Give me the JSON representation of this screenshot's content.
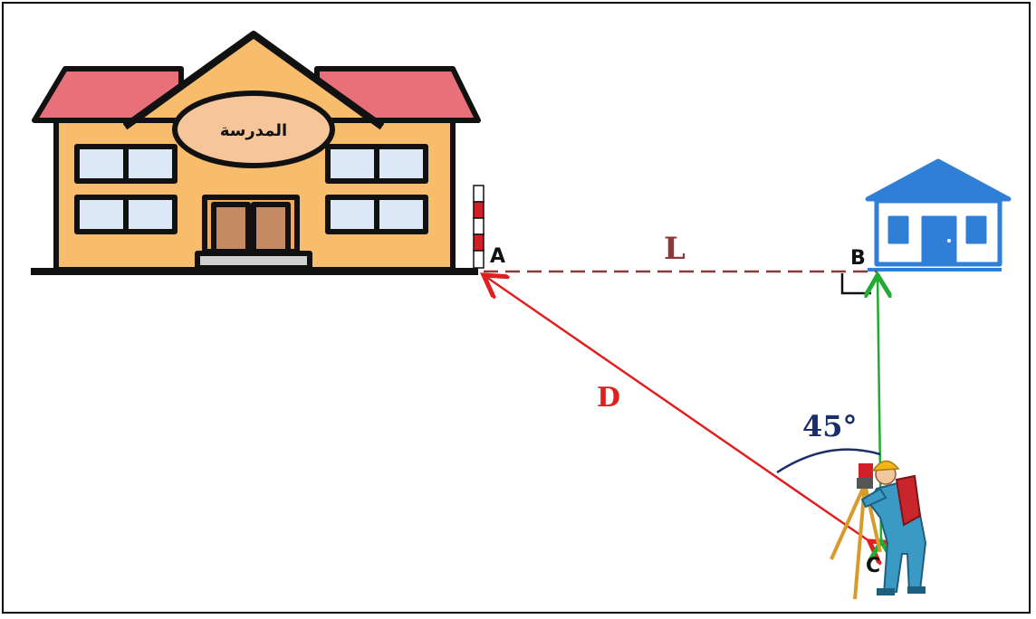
{
  "school_label": "المدرسة",
  "points": {
    "a": "A",
    "b": "B",
    "c": "C"
  },
  "segments": {
    "l": "L",
    "d": "D"
  },
  "angle_label": "45°",
  "colors": {
    "roof": "#e8707a",
    "wall": "#f7bd6c",
    "wall_front": "#f5a84e",
    "sign": "#f6c59a",
    "house": "#2f7fd6",
    "line_l": "#8b3a3a",
    "line_d": "#e02020",
    "line_bc": "#22aa33",
    "angle": "#1a2e6e",
    "surveyor": "#3a9ac4"
  },
  "icons": {
    "school": "school-building-icon",
    "house": "house-icon",
    "pole": "survey-pole-icon",
    "surveyor": "surveyor-with-theodolite-icon"
  }
}
